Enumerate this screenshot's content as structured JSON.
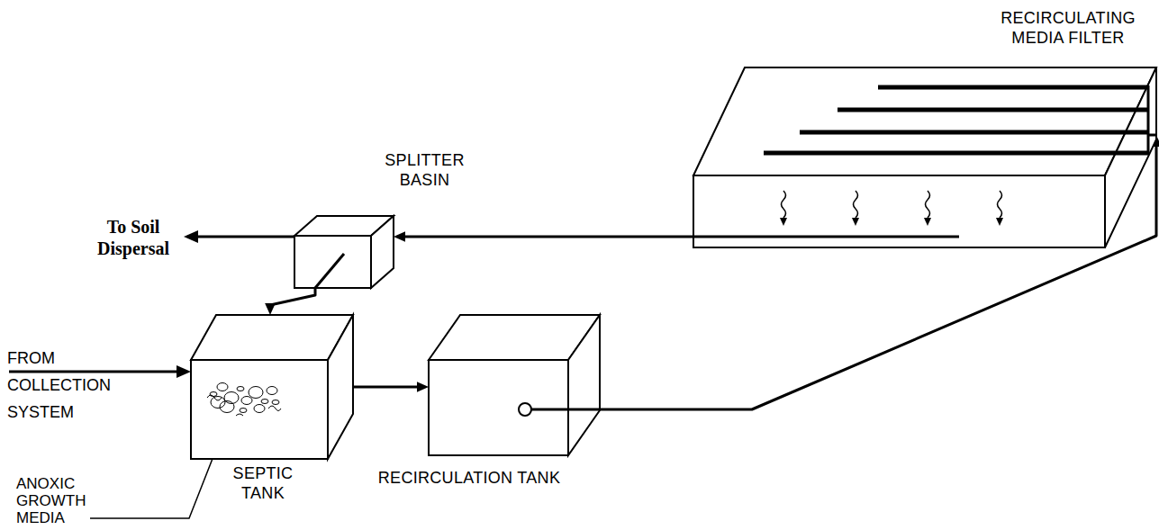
{
  "diagram": {
    "nodes": [
      {
        "text": [
          "RECIRCULATING MEDIA FILTER"
        ]
      },
      {
        "text": [
          "SPLITTER BASIN"
        ]
      },
      {
        "text": [
          "SEPTIC TANK"
        ]
      },
      {
        "text": [
          "RECIRCULATION TANK"
        ]
      }
    ],
    "edges": [
      {
        "from": 2,
        "to": 3,
        "arrow": "to"
      },
      {
        "from": 3,
        "to": 0,
        "arrow": "to"
      },
      {
        "from": 0,
        "to": 1,
        "arrow": "to"
      },
      {
        "from": 1,
        "to": 2,
        "arrow": "to"
      }
    ],
    "labels": [
      "To Soil Dispersal",
      "FROM COLLECTION SYSTEM",
      "ANOXIC GROWTH MEDIA"
    ]
  }
}
